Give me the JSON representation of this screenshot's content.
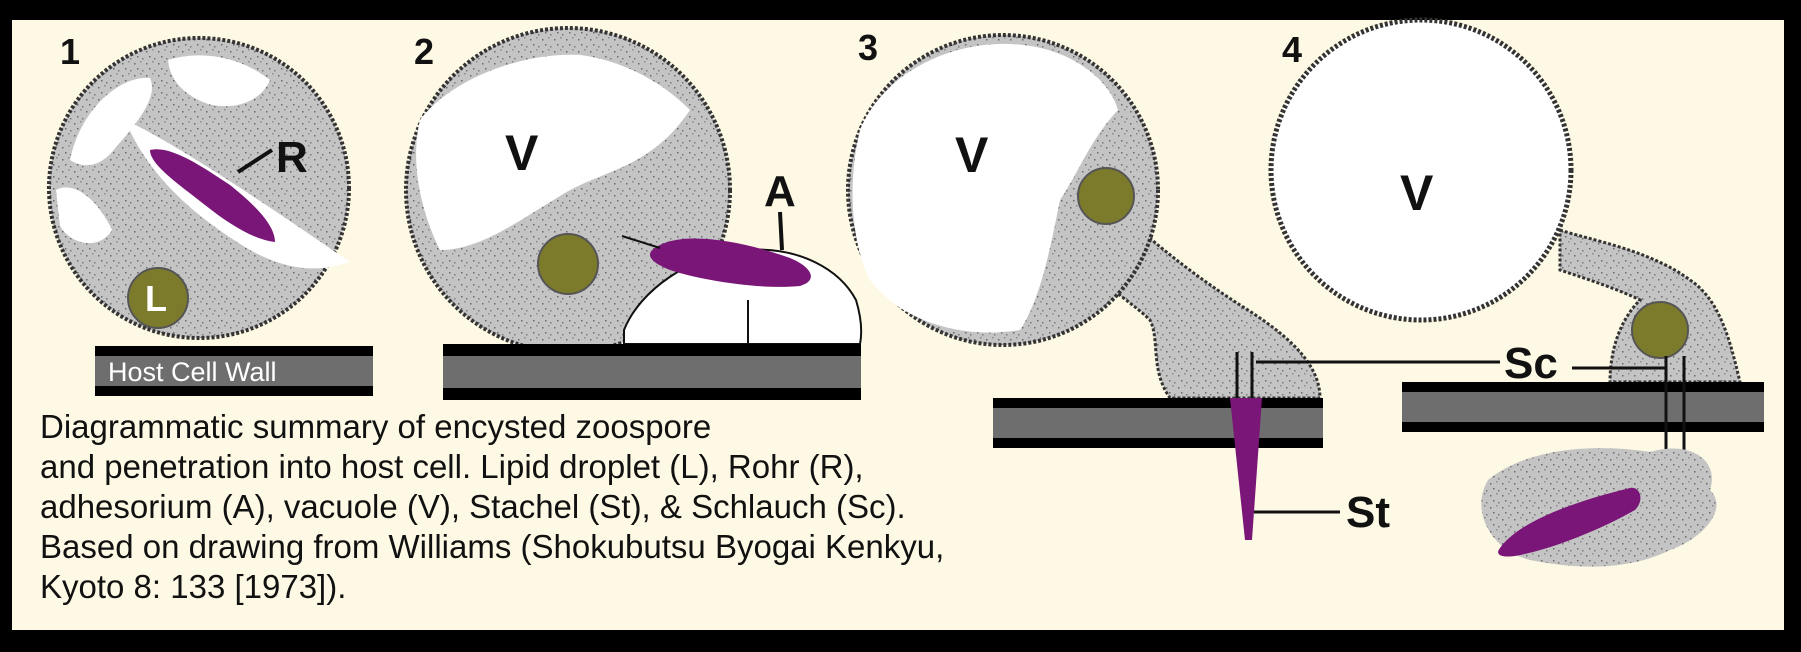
{
  "stages": [
    "1",
    "2",
    "3",
    "4"
  ],
  "labels": {
    "rohr": "R",
    "lipid": "L",
    "vacuole": "V",
    "adhesorium": "A",
    "schlauch": "Sc",
    "stachel": "St",
    "host_wall": "Host Cell Wall"
  },
  "caption": {
    "line1": "Diagrammatic summary of encysted zoospore",
    "line2": "and penetration into host cell.  Lipid droplet (L), Rohr (R),",
    "line3": "adhesorium (A), vacuole (V), Stachel (St), & Schlauch (Sc).",
    "line4": "Based on drawing from Williams (Shokubutsu Byogai Kenkyu,",
    "line5": "Kyoto 8: 133 [1973])."
  },
  "colors": {
    "background": "#fdf9e4",
    "cytoplasm": "#c4c4c4",
    "lipid": "#7c7a2b",
    "rohr": "#7a1677",
    "host_wall": "#6e6e6e",
    "frame": "#000000"
  }
}
